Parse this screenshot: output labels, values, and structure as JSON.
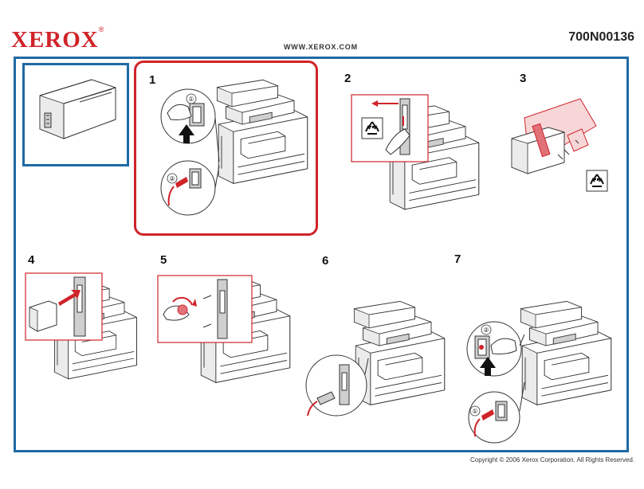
{
  "header": {
    "logo_text": "XEROX",
    "logo_mark": "®",
    "website": "WWW.XEROX.COM",
    "part_number": "700N00136"
  },
  "footer": {
    "copyright": "Copyright © 2006 Xerox Corporation. All Rights Reserved."
  },
  "steps": [
    {
      "label": "1",
      "callouts": [
        "①",
        "②"
      ]
    },
    {
      "label": "2"
    },
    {
      "label": "3"
    },
    {
      "label": "4"
    },
    {
      "label": "5"
    },
    {
      "label": "6"
    },
    {
      "label": "7",
      "callouts": [
        "②",
        "①"
      ]
    }
  ],
  "colors": {
    "brand_red": "#d0232a",
    "frame_blue": "#1f6aa5"
  },
  "icons": [
    "recycle-icon",
    "arrow-icon",
    "power-switch-icon",
    "power-plug-icon"
  ]
}
